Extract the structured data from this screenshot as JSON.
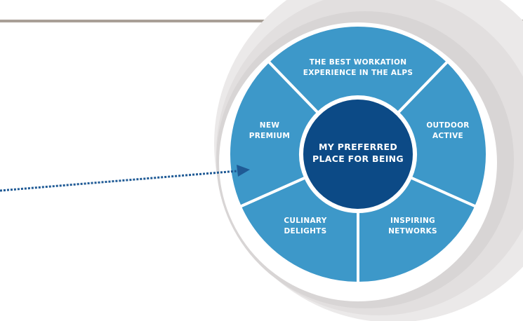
{
  "diagram": {
    "center": {
      "lines": [
        "MY PREFERRED",
        "PLACE FOR BEING"
      ]
    },
    "segments": [
      {
        "id": "workation",
        "lines": [
          "THE BEST WORKATION",
          "EXPERIENCE IN THE ALPS"
        ]
      },
      {
        "id": "outdoor",
        "lines": [
          "OUTDOOR",
          "ACTIVE"
        ]
      },
      {
        "id": "networks",
        "lines": [
          "INSPIRING",
          "NETWORKS"
        ]
      },
      {
        "id": "culinary",
        "lines": [
          "CULINARY",
          "DELIGHTS"
        ]
      },
      {
        "id": "premium",
        "lines": [
          "NEW",
          "PREMIUM"
        ]
      }
    ]
  },
  "colors": {
    "segment": "#3d98c9",
    "center": "#0c4a86",
    "divider": "#ffffff",
    "rule": "#a89f96",
    "arrow": "#1f5a95",
    "halo": "#d6d3d3"
  },
  "icons": {
    "pointer": "arrow-right-icon"
  }
}
